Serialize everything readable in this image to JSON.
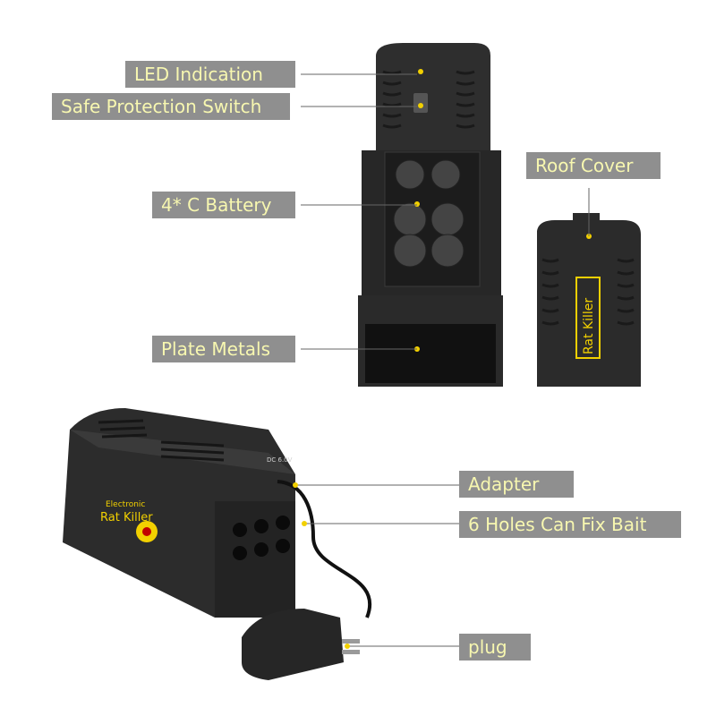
{
  "labels": {
    "led": "LED Indication",
    "switch": "Safe Protection Switch",
    "battery": "4* C Battery",
    "plate": "Plate Metals",
    "roof": "Roof Cover",
    "adapter": "Adapter",
    "holes": "6 Holes Can Fix Bait",
    "plug": "plug"
  },
  "product": {
    "brand_small": "Electronic",
    "brand_large": "Rat Killer",
    "cover_text": "Rat Killer",
    "port_text": "DC 6.0V"
  },
  "colors": {
    "label_bg": "#8f8f8f",
    "label_text": "#f7f7b0",
    "device": "#2b2b2b",
    "accent_yellow": "#f2d000",
    "leader": "#666666"
  }
}
